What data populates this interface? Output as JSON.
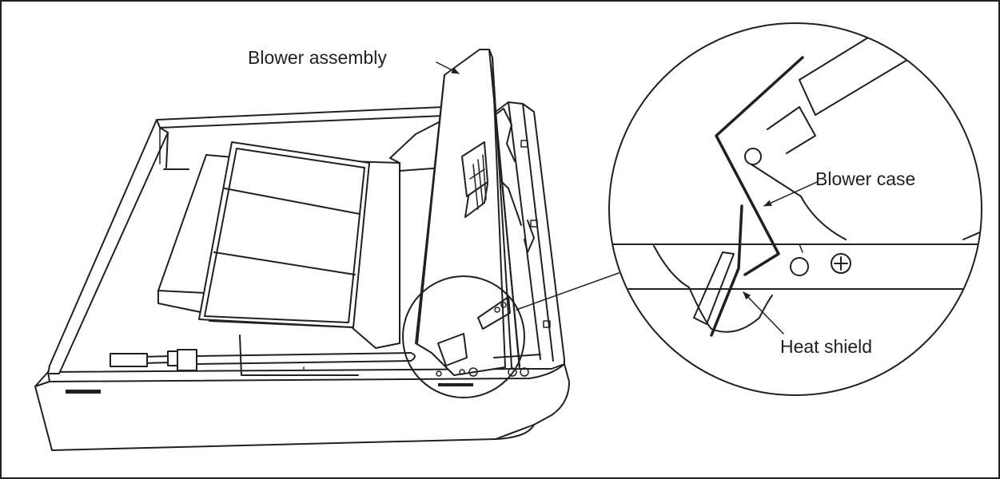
{
  "labels": {
    "blower_assembly": "Blower assembly",
    "blower_case": "Blower case",
    "heat_shield": "Heat shield"
  },
  "colors": {
    "line": "#231f20",
    "background": "#ffffff"
  }
}
